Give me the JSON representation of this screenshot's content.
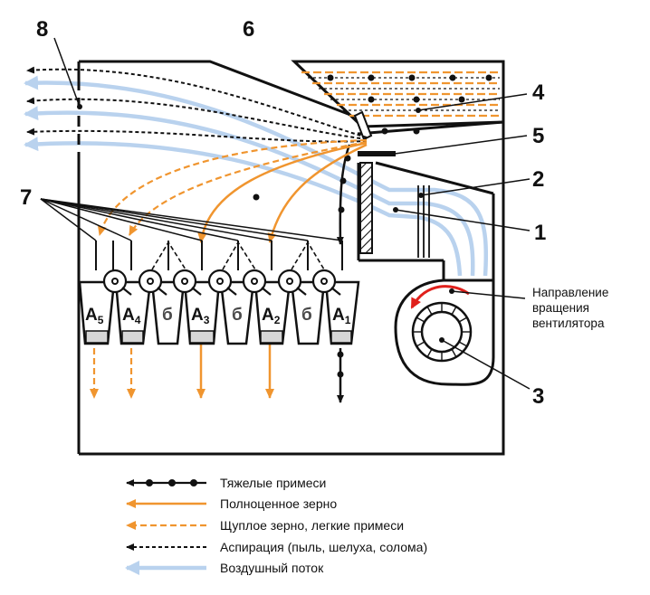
{
  "colors": {
    "heavy": "#111111",
    "full_grain": "#F0952F",
    "light_grain": "#F0952F",
    "aspiration": "#111111",
    "airflow": "#B9D2EE",
    "rotation_arrow": "#E0201B",
    "sediment": "#D6D6D6"
  },
  "labels": {
    "n1": "1",
    "n2": "2",
    "n3": "3",
    "n4": "4",
    "n5": "5",
    "n6": "6",
    "n7": "7",
    "n8": "8"
  },
  "bins": {
    "a5": {
      "main": "А",
      "sub": "5"
    },
    "a4": {
      "main": "А",
      "sub": "4"
    },
    "b1": "б",
    "a3": {
      "main": "А",
      "sub": "3"
    },
    "b2": "б",
    "a2": {
      "main": "А",
      "sub": "2"
    },
    "b3": "б",
    "a1": {
      "main": "А",
      "sub": "1"
    }
  },
  "fan_note": [
    "Направление",
    "вращения",
    "вентилятора"
  ],
  "legend": [
    {
      "key": "heavy",
      "label": "Тяжелые примеси"
    },
    {
      "key": "full_grain",
      "label": "Полноценное зерно"
    },
    {
      "key": "light_grain",
      "label": "Щуплое зерно, легкие примеси"
    },
    {
      "key": "aspiration",
      "label": "Аспирация (пыль, шелуха, солома)"
    },
    {
      "key": "airflow",
      "label": "Воздушный поток"
    }
  ]
}
